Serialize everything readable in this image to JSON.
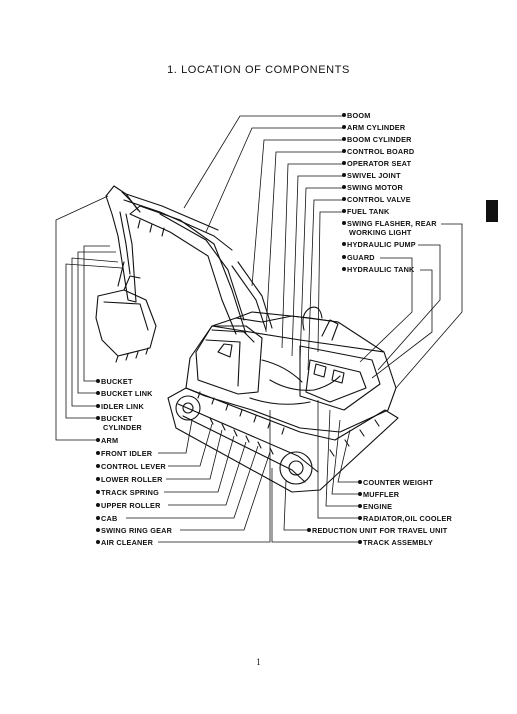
{
  "title": "1. LOCATION OF COMPONENTS",
  "page_number": "1",
  "right_labels": [
    "BOOM",
    "ARM CYLINDER",
    "BOOM CYLINDER",
    "CONTROL BOARD",
    "OPERATOR SEAT",
    "SWIVEL JOINT",
    "SWING MOTOR",
    "CONTROL VALVE",
    "FUEL TANK",
    "SWING FLASHER, REAR",
    "HYDRAULIC PUMP",
    "GUARD",
    "HYDRAULIC TANK"
  ],
  "right_label_continuation": "WORKING LIGHT",
  "left_labels": [
    "BUCKET",
    "BUCKET LINK",
    "IDLER LINK",
    "BUCKET",
    "ARM",
    "FRONT IDLER",
    "CONTROL LEVER",
    "LOWER ROLLER",
    "TRACK SPRING",
    "UPPER ROLLER",
    "CAB",
    "SWING RING GEAR",
    "AIR CLEANER"
  ],
  "left_label_continuation": "CYLINDER",
  "bottom_right_labels": [
    "COUNTER WEIGHT",
    "MUFFLER",
    "ENGINE",
    "RADIATOR,OIL COOLER",
    "REDUCTION UNIT FOR TRAVEL UNIT",
    "TRACK ASSEMBLY"
  ]
}
